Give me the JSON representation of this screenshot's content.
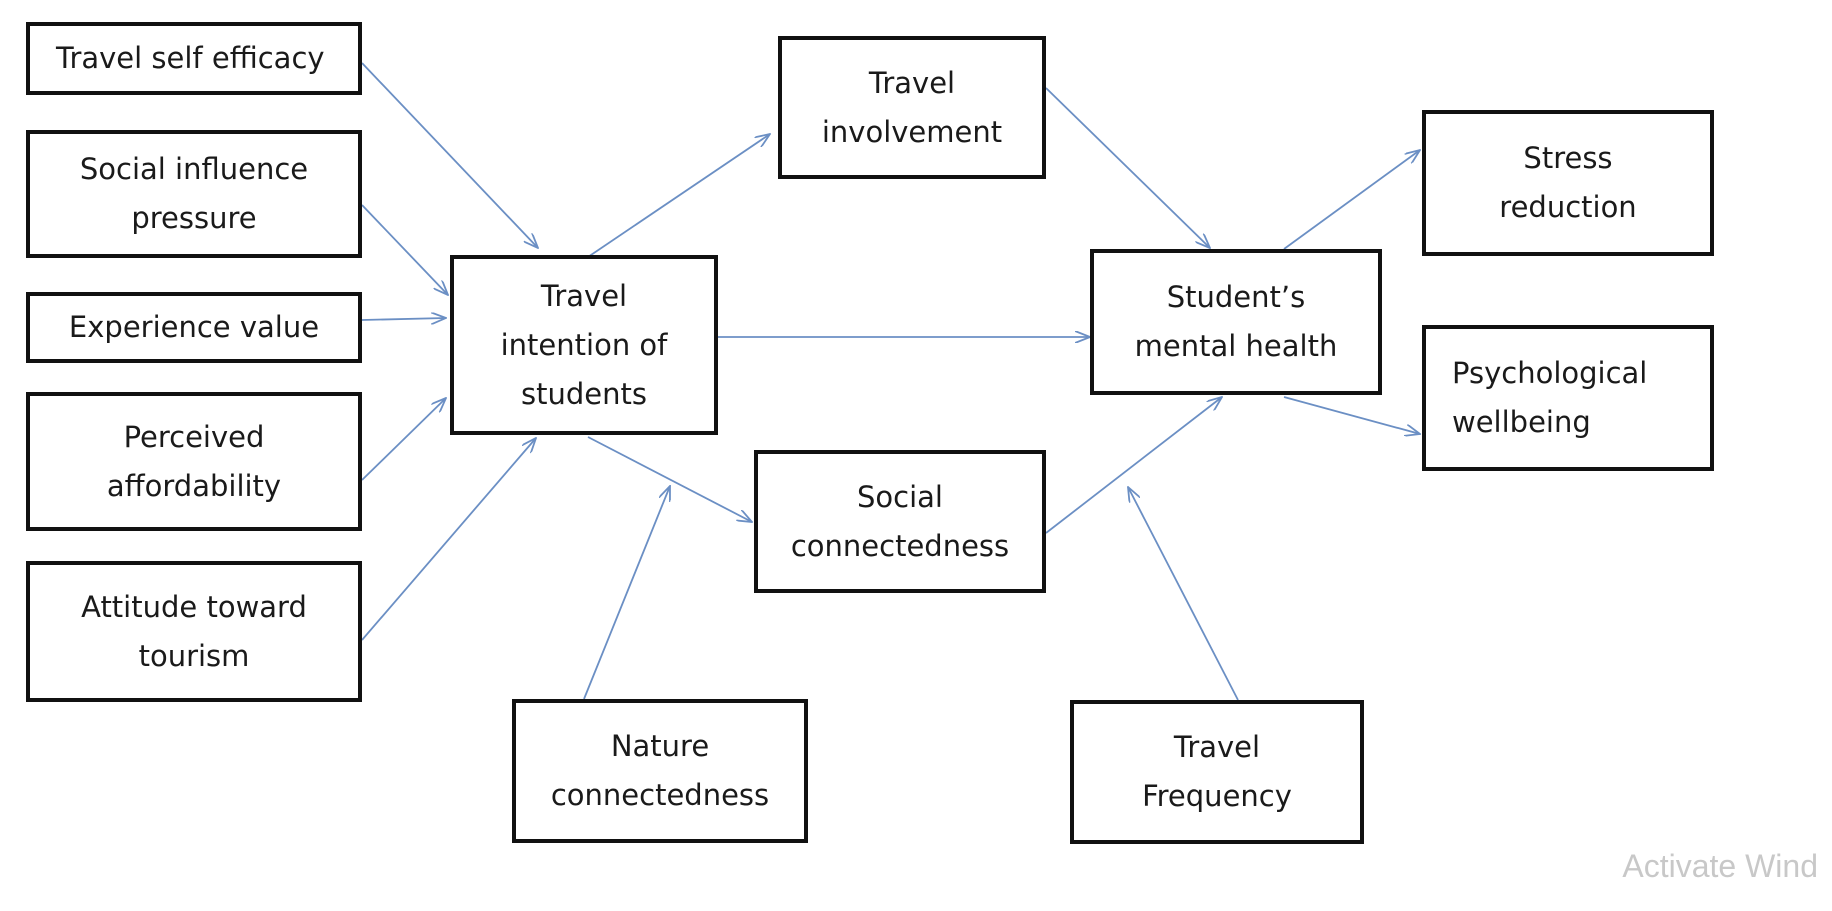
{
  "diagram": {
    "line_color": "#6b8fc4",
    "box_border_color": "#111111",
    "nodes": [
      {
        "id": "travel-self-efficacy",
        "label": "Travel self efficacy"
      },
      {
        "id": "social-influence-pressure",
        "label": "Social influence\npressure"
      },
      {
        "id": "experience-value",
        "label": "Experience value"
      },
      {
        "id": "perceived-affordability",
        "label": "Perceived\naffordability"
      },
      {
        "id": "attitude-toward-tourism",
        "label": "Attitude toward\ntourism"
      },
      {
        "id": "travel-intention",
        "label": "Travel\nintention of\nstudents"
      },
      {
        "id": "travel-involvement",
        "label": "Travel\ninvolvement"
      },
      {
        "id": "social-connectedness",
        "label": "Social\nconnectedness"
      },
      {
        "id": "nature-connectedness",
        "label": "Nature\nconnectedness"
      },
      {
        "id": "students-mental-health",
        "label": "Student’s\nmental health"
      },
      {
        "id": "travel-frequency",
        "label": "Travel\nFrequency"
      },
      {
        "id": "stress-reduction",
        "label": "Stress\nreduction"
      },
      {
        "id": "psychological-wellbeing",
        "label": "Psychological\nwellbeing"
      }
    ],
    "edges": [
      {
        "from": "travel-self-efficacy",
        "to": "travel-intention"
      },
      {
        "from": "social-influence-pressure",
        "to": "travel-intention"
      },
      {
        "from": "experience-value",
        "to": "travel-intention"
      },
      {
        "from": "perceived-affordability",
        "to": "travel-intention"
      },
      {
        "from": "attitude-toward-tourism",
        "to": "travel-intention"
      },
      {
        "from": "travel-intention",
        "to": "travel-involvement"
      },
      {
        "from": "travel-intention",
        "to": "students-mental-health"
      },
      {
        "from": "travel-intention",
        "to": "social-connectedness"
      },
      {
        "from": "nature-connectedness",
        "to": "social-connectedness"
      },
      {
        "from": "travel-involvement",
        "to": "students-mental-health"
      },
      {
        "from": "social-connectedness",
        "to": "students-mental-health"
      },
      {
        "from": "travel-frequency",
        "to": "students-mental-health"
      },
      {
        "from": "students-mental-health",
        "to": "stress-reduction"
      },
      {
        "from": "students-mental-health",
        "to": "psychological-wellbeing"
      }
    ]
  },
  "watermark": {
    "text": "Activate Wind"
  }
}
